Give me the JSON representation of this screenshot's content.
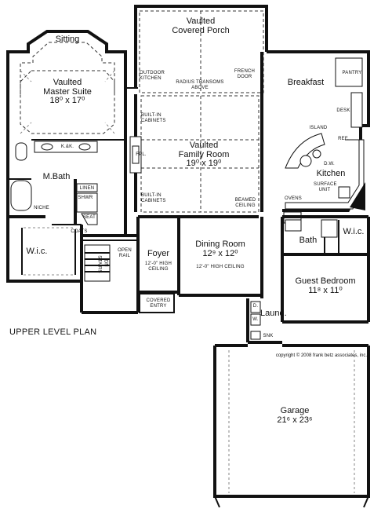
{
  "plan_title": "UPPER LEVEL PLAN",
  "copyright": "copyright © 2008 frank betz associates, inc.",
  "rooms": {
    "sitting": {
      "name": "Sitting"
    },
    "covered_porch": {
      "line1": "Vaulted",
      "line2": "Covered Porch"
    },
    "master_suite": {
      "line1": "Vaulted",
      "line2": "Master Suite",
      "dim": "18⁰ x 17⁰"
    },
    "family_room": {
      "line1": "Vaulted",
      "line2": "Family Room",
      "dim": "19⁰ x 19⁰"
    },
    "breakfast": {
      "name": "Breakfast"
    },
    "kitchen": {
      "name": "Kitchen"
    },
    "m_bath": {
      "name": "M.Bath"
    },
    "wic_master": {
      "name": "W.i.c."
    },
    "foyer": {
      "name": "Foyer",
      "note": "12'-0\" HIGH CEILING"
    },
    "dining_room": {
      "name": "Dining Room",
      "dim": "12⁹ x 12⁰",
      "note": "12'-0\" HIGH CEILING"
    },
    "bath": {
      "name": "Bath"
    },
    "wic_guest": {
      "name": "W.i.c."
    },
    "guest_bedroom": {
      "name": "Guest Bedroom",
      "dim": "11⁸ x 11⁰"
    },
    "laundry": {
      "name": "Laund."
    },
    "garage": {
      "name": "Garage",
      "dim": "21⁶ x 23⁶"
    }
  },
  "notes": {
    "outdoor_kitchen": "OUTDOOR KITCHEN",
    "radius_transoms": "RADIUS TRANSOMS ABOVE",
    "french_door": "FRENCH DOOR",
    "built_in_cabinets_top": "BUILT-IN CABINETS",
    "built_in_cabinets_bottom": "BUILT-IN CABINETS",
    "fireplace": "FPL.",
    "beamed_ceiling": "BEAMED CEILING",
    "pantry": "PANTRY",
    "desk": "DESK",
    "island": "ISLAND",
    "refrigerator": "REF.",
    "dishwasher": "D.W.",
    "surface_unit": "SURFACE UNIT",
    "ovens": "OVENS",
    "k_and_k": "K.&K.",
    "linen": "LINEN",
    "shwr": "SHWR",
    "seat": "SEAT",
    "niche": "NICHE",
    "coats": "COATS",
    "stairs": "STAIRS",
    "dn": "DN",
    "open_rail": "OPEN RAIL",
    "covered_entry": "COVERED ENTRY",
    "dryer": "D.",
    "washer": "W.",
    "sink": "SNK"
  }
}
